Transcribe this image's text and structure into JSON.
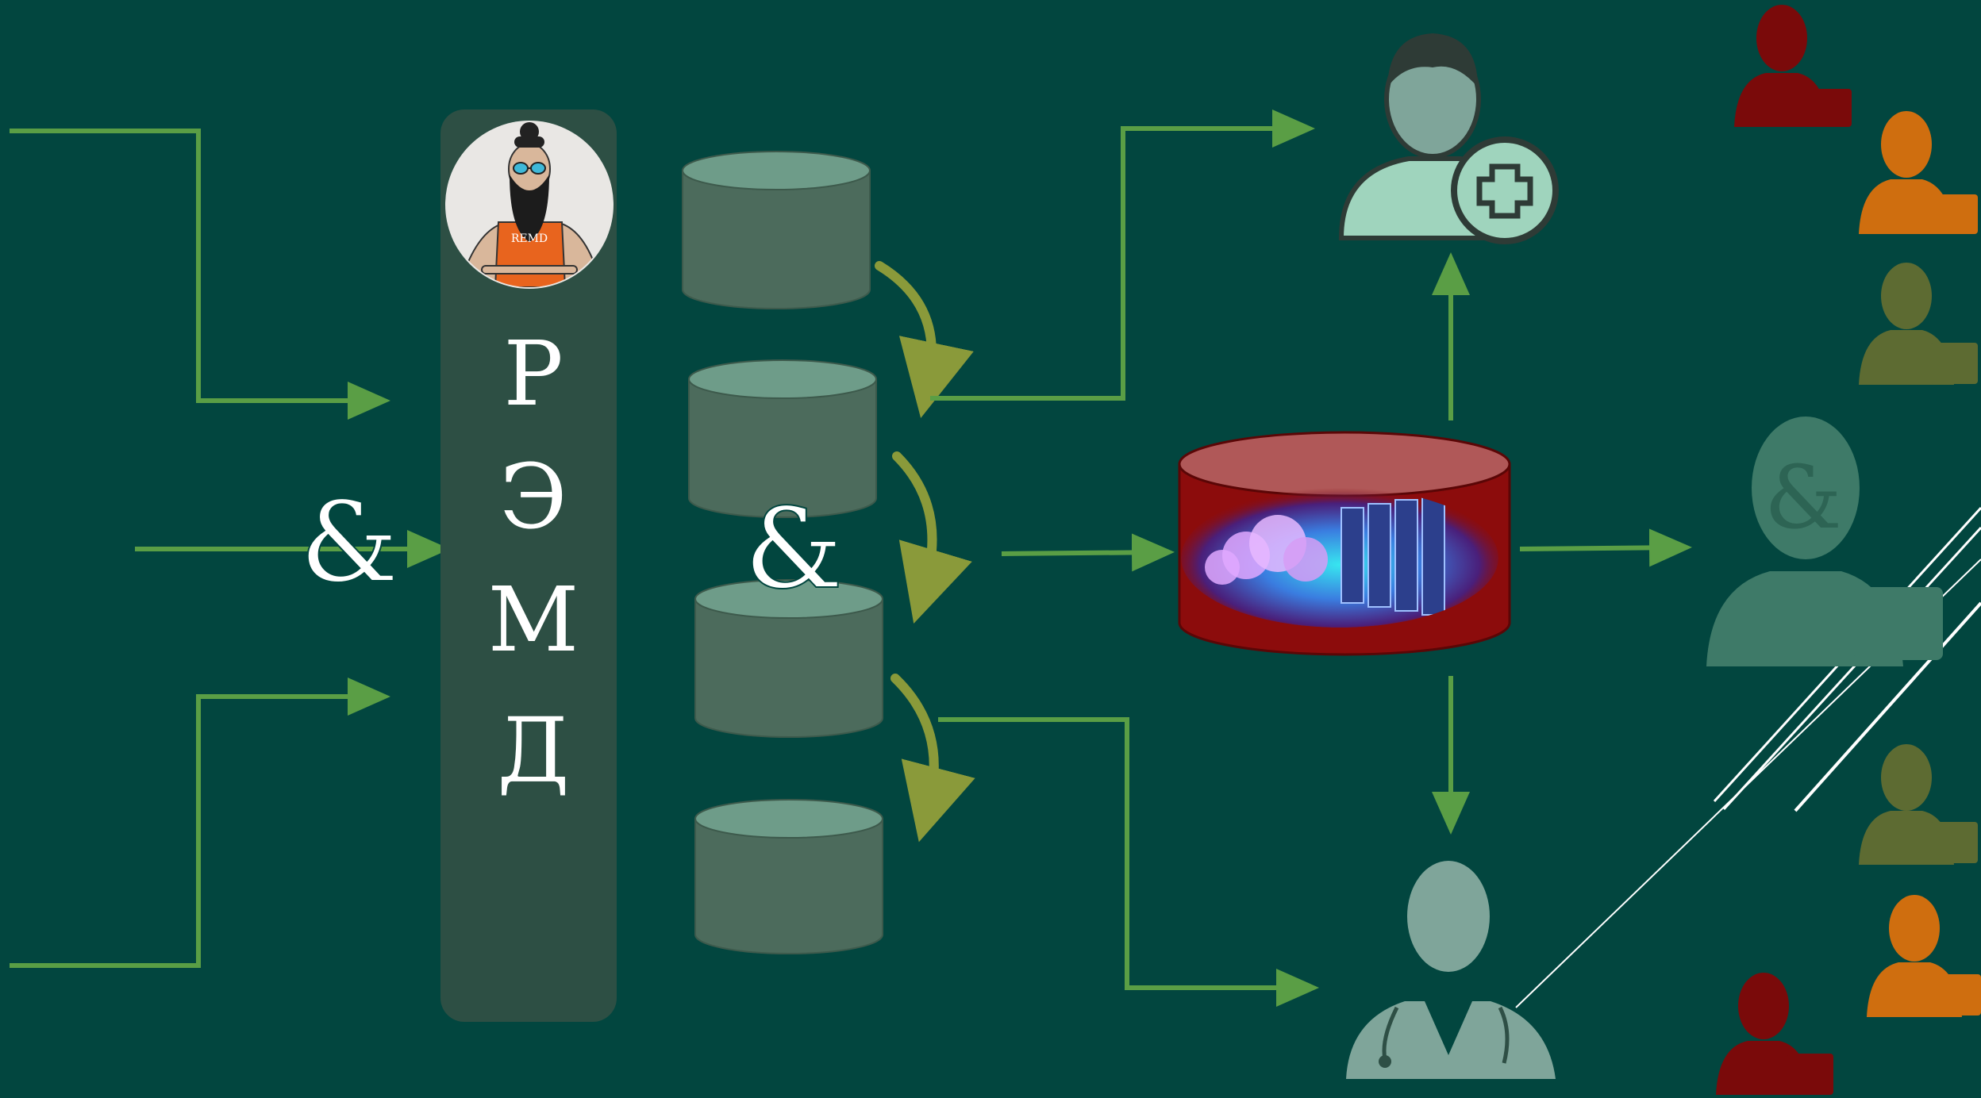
{
  "central_column": {
    "letters": [
      "Р",
      "Э",
      "М",
      "Д"
    ],
    "badge_text": "REMD"
  },
  "ampersands": {
    "left": "&",
    "middle": "&",
    "person": "&"
  },
  "colors": {
    "background": "#02463f",
    "arrow": "#5a9e45",
    "curved_arrow": "#8a9a3a",
    "database_top": "#6e9c89",
    "database_body": "#4c6b5c",
    "column": "#2d4f44",
    "cloud_db": "#8c0c0c",
    "cloud_db_top": "#b05858",
    "patient_icon": "#9fd4bd",
    "doctor_icon": "#7fa59a",
    "user_red": "#7a0a0a",
    "user_orange": "#cf6e0f",
    "user_olive": "#5d6b32",
    "user_teal": "#3e7a68"
  },
  "icons": {
    "avatar": "bearded-man-avatar-icon",
    "cloud_db": "data-center-cloud-icon",
    "patient": "patient-plus-icon",
    "doctor": "doctor-stethoscope-icon",
    "users": "businessman-briefcase-icon"
  }
}
